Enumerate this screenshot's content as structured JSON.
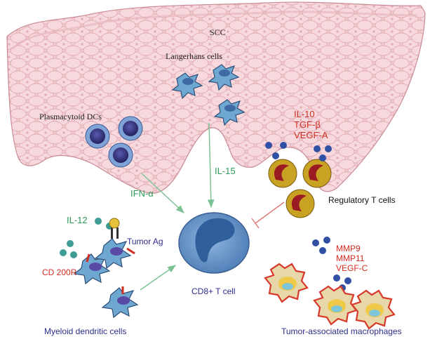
{
  "labels": {
    "scc": "SCC",
    "langerhans": "Langerhans cells",
    "pdc": "Plasmacytoid DCs",
    "il15": "IL-15",
    "ifn": "IFN-α",
    "treg_cytokines": [
      "IL-10",
      "TGF-β",
      "VEGF-A"
    ],
    "treg": "Regulatory T cells",
    "il12": "IL-12",
    "tumor_ag": "Tumor Ag",
    "cd200r": "CD 200R",
    "cd8": "CD8+ T cell",
    "mdc": "Myeloid dendritic cells",
    "tam_cytokines": [
      "MMP9",
      "MMP11",
      "VEGF-C"
    ],
    "tam": "Tumor-associated macrophages"
  },
  "colors": {
    "epithelium": "#f3c9cf",
    "epithelium_outline": "#c98a95",
    "cell_blue": "#5f8fc2",
    "nucleus_dark": "#2f5e9c",
    "pdc_nucleus": "#2d2a7a",
    "treg_body": "#c8a222",
    "treg_nucleus": "#9b1b22",
    "teal_dot": "#3f9b95",
    "blue_dot": "#3050a5",
    "tam_body": "#f0c84a",
    "tam_outline": "#d6392c",
    "arrow_green": "#7dc295",
    "inhibit_red": "#e07a7a",
    "text_green": "#2e9b5a",
    "text_red": "#d22b1f",
    "text_navy": "#2d2d8c"
  },
  "icons": [
    "langerhans-cell-icon",
    "plasmacytoid-dc-icon",
    "regulatory-t-cell-icon",
    "cd8-t-cell-icon",
    "myeloid-dendritic-cell-icon",
    "tumor-associated-macrophage-icon",
    "cytokine-dot-icon"
  ]
}
